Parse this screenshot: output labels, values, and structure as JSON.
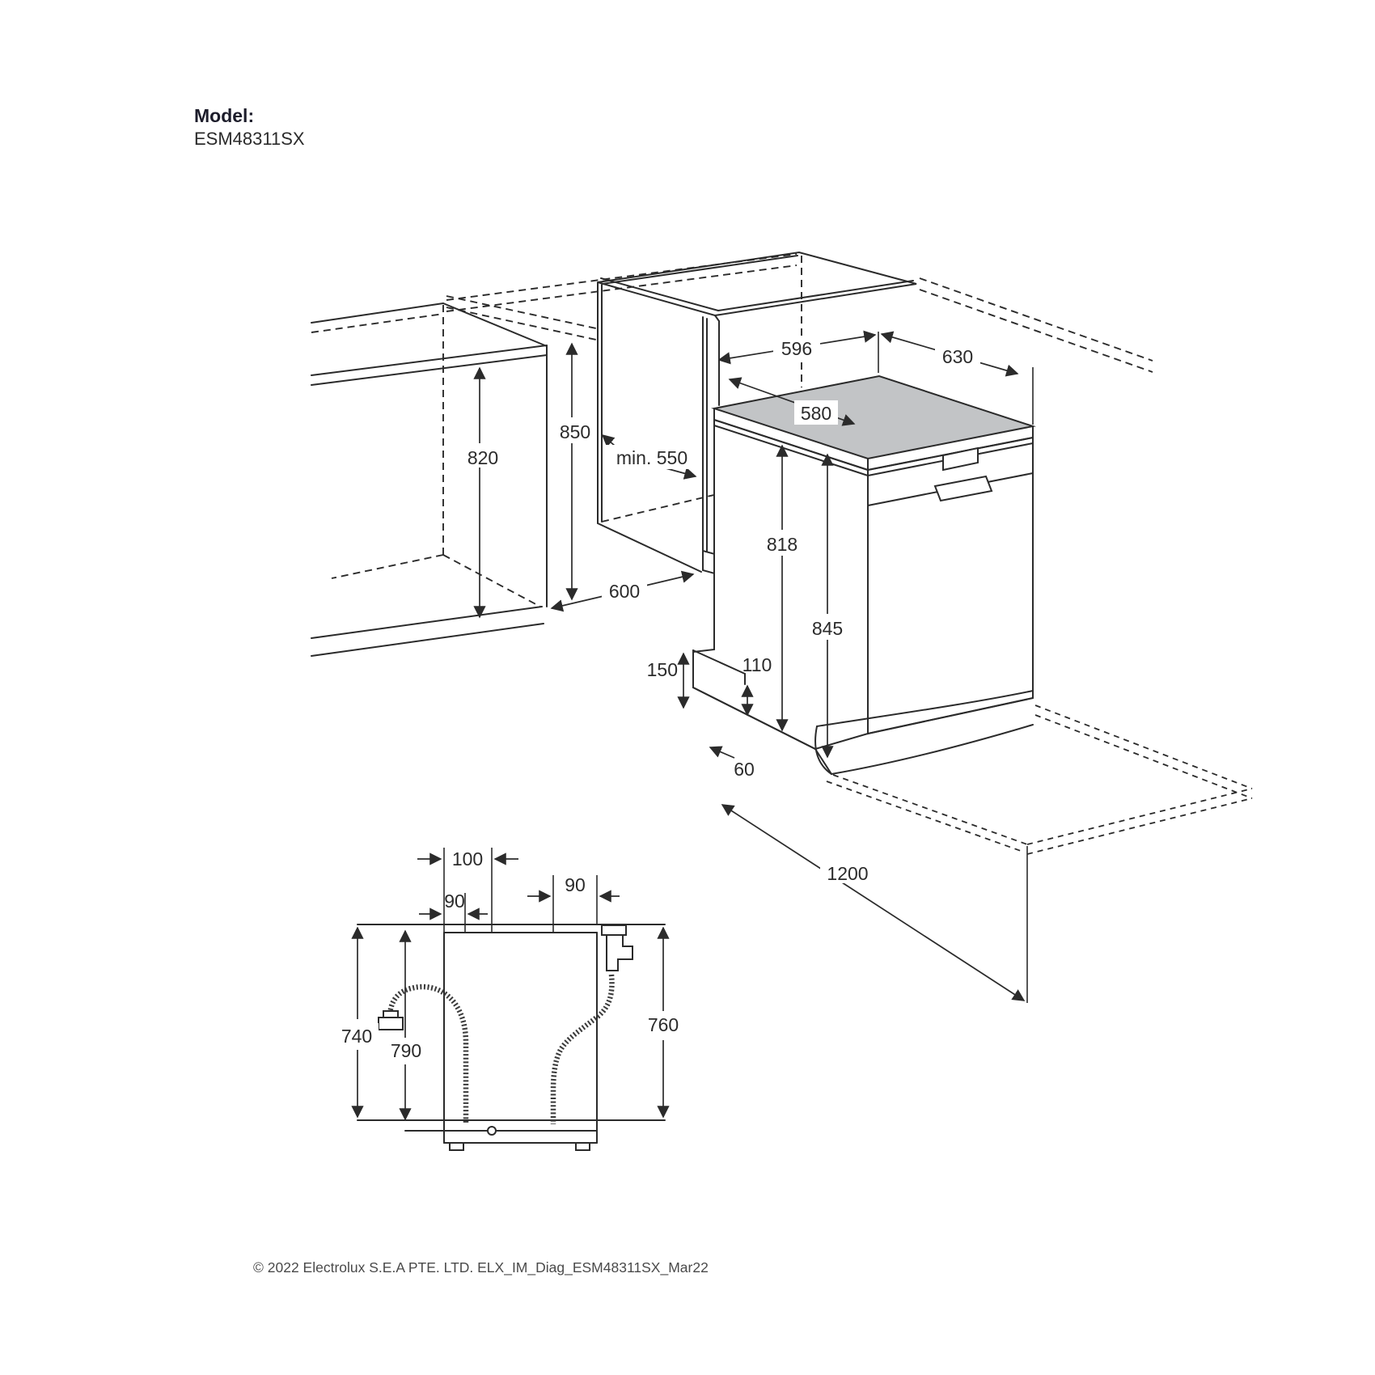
{
  "model": {
    "label": "Model:",
    "value": "ESM48311SX"
  },
  "footer": {
    "copyright": "© 2022 Electrolux S.E.A PTE. LTD. ELX_IM_Diag_ESM48311SX_Mar22"
  },
  "diagram": {
    "colors": {
      "line": "#2b2b2b",
      "worktop_fill": "#c2c4c6",
      "background": "#ffffff"
    },
    "installation_view": {
      "dims": {
        "cabinet_height": "820",
        "niche_height": "850",
        "niche_depth": "min. 550",
        "niche_width": "600",
        "top_width": "596",
        "top_depth": "630",
        "body_depth": "580",
        "height_under_top": "818",
        "height_overall": "845",
        "plinth_height": "150",
        "plinth_clearance": "110",
        "plinth_recess": "60",
        "door_open_clearance": "1200"
      }
    },
    "rear_view": {
      "dims": {
        "cord_offset_top": "100",
        "hose_offset_left": "90",
        "hose_offset_right": "90",
        "inlet_hose_length": "740",
        "power_cord_length": "790",
        "drain_hose_length": "760"
      }
    }
  }
}
